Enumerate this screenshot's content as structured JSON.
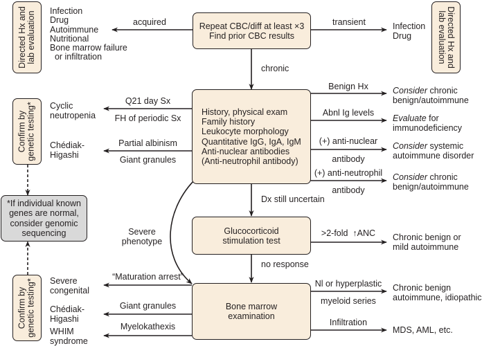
{
  "top_box": {
    "line1": "Repeat CBC/diff at least ×3",
    "line2": "Find prior CBC results"
  },
  "branches_top": {
    "acquired_label": "acquired",
    "transient_label": "transient",
    "chronic_label": "chronic",
    "acquired_causes": [
      "Infection",
      "Drug",
      "Autoimmune",
      "Nutritional",
      "Bone marrow failure",
      "  or infiltration"
    ],
    "transient_causes": [
      "Infection",
      "Drug"
    ],
    "left_eval": {
      "line1": "Directed Hx and",
      "line2": "lab evaluation"
    },
    "right_eval": {
      "line1": "Directed Hx and",
      "line2": "lab evaluation"
    }
  },
  "main_box": {
    "lines": [
      "History, physical exam",
      "Family history",
      "Leukocyte morphology",
      "Quantitative IgG, IgA, IgM",
      "Anti-nuclear antibodies",
      "(Anti-neutrophil antibody)"
    ]
  },
  "main_right": [
    {
      "above": "Benign Hx",
      "below": "",
      "result_em": "Consider",
      "result_rest": " chronic",
      "result_line2": "benign/autoimmune"
    },
    {
      "above": "Abnl Ig levels",
      "below": "",
      "result_em": "Evaluate",
      "result_rest": " for",
      "result_line2": "immunodeficiency"
    },
    {
      "above": "(+) anti-nuclear",
      "below": "antibody",
      "result_em": "Consider",
      "result_rest": " systemic",
      "result_line2": "autoimmune disorder"
    },
    {
      "above": "(+) anti-neutrophil",
      "below": "antibody",
      "result_em": "Consider",
      "result_rest": " chronic",
      "result_line2": "benign/autoimmune"
    }
  ],
  "main_left": [
    {
      "above": "Q21 day Sx",
      "below": "FH of periodic Sx",
      "result": [
        "Cyclic",
        "neutropenia"
      ]
    },
    {
      "above": "Partial albinism",
      "below": "Giant granules",
      "result": [
        "Chédiak-",
        "Higashi"
      ]
    }
  ],
  "confirm_top": {
    "line1": "Confirm by",
    "line2": "genetic testing*"
  },
  "confirm_bottom": {
    "line1": "Confirm by",
    "line2": "genetic testing*"
  },
  "genomic_box": {
    "lines": [
      "*If individual known",
      "genes are normal,",
      "consider genomic",
      "sequencing"
    ]
  },
  "dx_uncertain_label": "Dx still uncertain",
  "severe_phenotype": [
    "Severe",
    "phenotype"
  ],
  "gluco_box": {
    "line1": "Glucocorticoid",
    "line2": "stimulation test"
  },
  "gluco_right": {
    "label": ">2-fold  ↑ANC",
    "result": [
      "Chronic benign or",
      "mild autoimmune"
    ]
  },
  "no_response_label": "no response",
  "bm_box": {
    "line1": "Bone marrow",
    "line2": "examination"
  },
  "bm_right": [
    {
      "above": "Nl or hyperplastic",
      "below": "myeloid series",
      "result": [
        "Chronic benign",
        "autoimmune, idiopathic"
      ]
    },
    {
      "above": "Infiltration",
      "below": "",
      "result": [
        "MDS, AML, etc."
      ]
    }
  ],
  "bm_left": [
    {
      "above": "“Maturation arrest”",
      "result": [
        "Severe",
        "congenital"
      ]
    },
    {
      "above": "Giant granules",
      "result": [
        "Chédiak-",
        "Higashi"
      ]
    },
    {
      "above": "Myelokathexis",
      "result": [
        "WHIM",
        "syndrome"
      ]
    }
  ]
}
